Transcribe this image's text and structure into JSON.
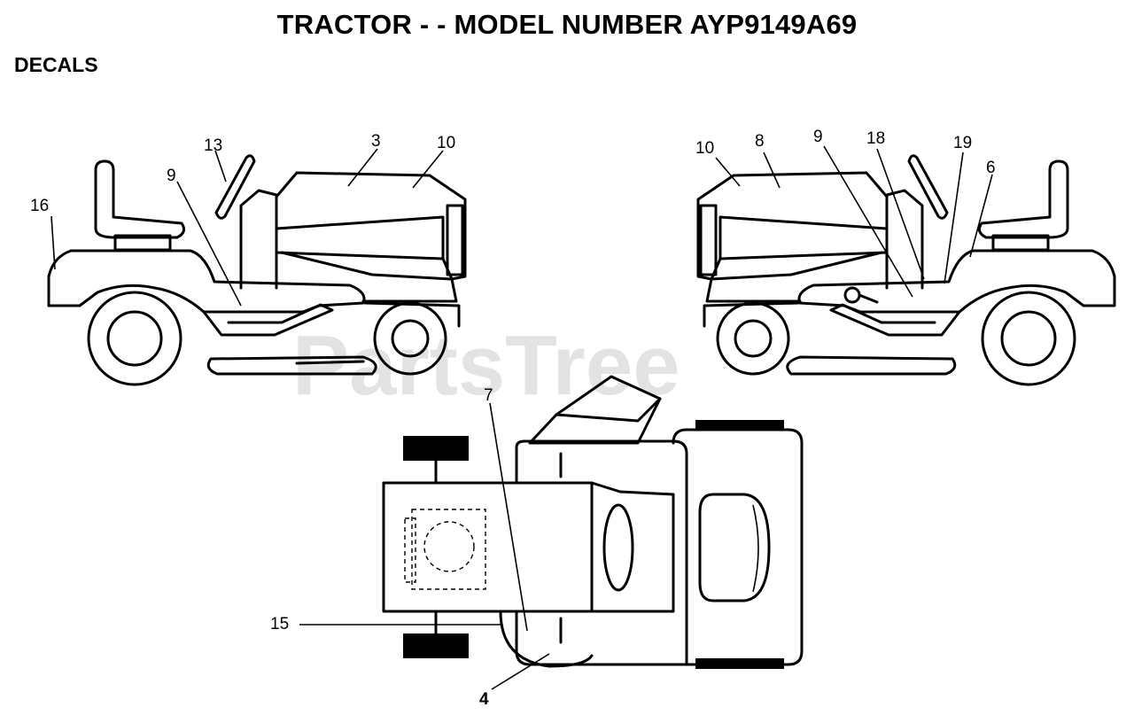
{
  "header": {
    "title": "TRACTOR - - MODEL NUMBER AYP9149A69",
    "section": "DECALS"
  },
  "watermark": "PartsTree",
  "callouts": {
    "left_view": [
      "16",
      "13",
      "9",
      "3",
      "10"
    ],
    "right_view": [
      "10",
      "8",
      "9",
      "18",
      "19",
      "6"
    ],
    "top_view": [
      "7",
      "15",
      "4"
    ]
  },
  "colors": {
    "line": "#000000",
    "background": "#ffffff",
    "watermark": "#e3e3e3"
  }
}
